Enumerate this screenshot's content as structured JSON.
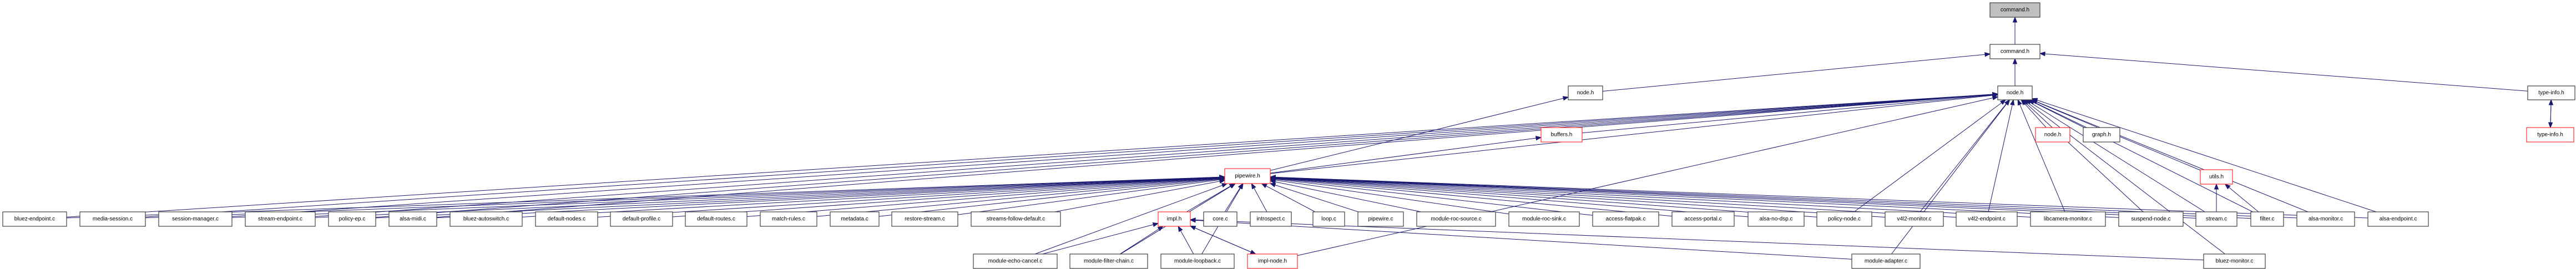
{
  "graph": {
    "direction": "included-by",
    "edge_color": "#191970",
    "truncated_border_color": "#ff3030",
    "current_fill_color": "#bfbfbf",
    "nodes": [
      {
        "id": "cmd_top",
        "label": "command.h",
        "style": "current"
      },
      {
        "id": "cmd",
        "label": "command.h",
        "style": "normal"
      },
      {
        "id": "node_left",
        "label": "node.h",
        "style": "normal"
      },
      {
        "id": "node",
        "label": "node.h",
        "style": "normal"
      },
      {
        "id": "typeinfo",
        "label": "type-info.h",
        "style": "normal"
      },
      {
        "id": "typeinfo_red",
        "label": "type-info.h",
        "style": "truncated"
      },
      {
        "id": "buffers",
        "label": "buffers.h",
        "style": "truncated"
      },
      {
        "id": "node_red",
        "label": "node.h",
        "style": "truncated"
      },
      {
        "id": "graph",
        "label": "graph.h",
        "style": "normal"
      },
      {
        "id": "pipewire",
        "label": "pipewire.h",
        "style": "truncated"
      },
      {
        "id": "utils",
        "label": "utils.h",
        "style": "truncated"
      },
      {
        "id": "bluez_endpoint",
        "label": "bluez-endpoint.c",
        "style": "normal"
      },
      {
        "id": "media_session",
        "label": "media-session.c",
        "style": "normal"
      },
      {
        "id": "session_manager",
        "label": "session-manager.c",
        "style": "normal"
      },
      {
        "id": "stream_endpoint",
        "label": "stream-endpoint.c",
        "style": "normal"
      },
      {
        "id": "policy_ep",
        "label": "policy-ep.c",
        "style": "normal"
      },
      {
        "id": "alsa_midi",
        "label": "alsa-midi.c",
        "style": "normal"
      },
      {
        "id": "bluez_autoswitch",
        "label": "bluez-autoswitch.c",
        "style": "normal"
      },
      {
        "id": "default_nodes",
        "label": "default-nodes.c",
        "style": "normal"
      },
      {
        "id": "default_profile",
        "label": "default-profile.c",
        "style": "normal"
      },
      {
        "id": "default_routes",
        "label": "default-routes.c",
        "style": "normal"
      },
      {
        "id": "match_rules",
        "label": "match-rules.c",
        "style": "normal"
      },
      {
        "id": "metadata",
        "label": "metadata.c",
        "style": "normal"
      },
      {
        "id": "restore_stream",
        "label": "restore-stream.c",
        "style": "normal"
      },
      {
        "id": "streams_follow_default",
        "label": "streams-follow-default.c",
        "style": "normal"
      },
      {
        "id": "impl",
        "label": "impl.h",
        "style": "truncated"
      },
      {
        "id": "core",
        "label": "core.c",
        "style": "normal"
      },
      {
        "id": "introspect",
        "label": "introspect.c",
        "style": "normal"
      },
      {
        "id": "loop",
        "label": "loop.c",
        "style": "normal"
      },
      {
        "id": "pipewire_c",
        "label": "pipewire.c",
        "style": "normal"
      },
      {
        "id": "roc_source",
        "label": "module-roc-source.c",
        "style": "normal"
      },
      {
        "id": "roc_sink",
        "label": "module-roc-sink.c",
        "style": "normal"
      },
      {
        "id": "access_flatpak",
        "label": "access-flatpak.c",
        "style": "normal"
      },
      {
        "id": "access_portal",
        "label": "access-portal.c",
        "style": "normal"
      },
      {
        "id": "alsa_no_dsp",
        "label": "alsa-no-dsp.c",
        "style": "normal"
      },
      {
        "id": "policy_node",
        "label": "policy-node.c",
        "style": "normal"
      },
      {
        "id": "v4l2_monitor",
        "label": "v4l2-monitor.c",
        "style": "normal"
      },
      {
        "id": "v4l2_endpoint",
        "label": "v4l2-endpoint.c",
        "style": "normal"
      },
      {
        "id": "libcamera_monitor",
        "label": "libcamera-monitor.c",
        "style": "normal"
      },
      {
        "id": "suspend_node",
        "label": "suspend-node.c",
        "style": "normal"
      },
      {
        "id": "stream",
        "label": "stream.c",
        "style": "normal"
      },
      {
        "id": "filter",
        "label": "filter.c",
        "style": "normal"
      },
      {
        "id": "alsa_monitor",
        "label": "alsa-monitor.c",
        "style": "normal"
      },
      {
        "id": "alsa_endpoint",
        "label": "alsa-endpoint.c",
        "style": "normal"
      },
      {
        "id": "echo_cancel",
        "label": "module-echo-cancel.c",
        "style": "normal"
      },
      {
        "id": "filter_chain",
        "label": "module-filter-chain.c",
        "style": "normal"
      },
      {
        "id": "loopback",
        "label": "module-loopback.c",
        "style": "normal"
      },
      {
        "id": "impl_node",
        "label": "impl-node.h",
        "style": "truncated"
      },
      {
        "id": "module_adapter",
        "label": "module-adapter.c",
        "style": "normal"
      },
      {
        "id": "bluez_monitor",
        "label": "bluez-monitor.c",
        "style": "normal"
      }
    ],
    "edges": [
      [
        "cmd",
        "cmd_top"
      ],
      [
        "node",
        "cmd"
      ],
      [
        "node_left",
        "cmd"
      ],
      [
        "typeinfo",
        "cmd"
      ],
      [
        "typeinfo_red",
        "typeinfo"
      ],
      [
        "typeinfo",
        "typeinfo_red"
      ],
      [
        "pipewire",
        "node_left"
      ],
      [
        "pipewire",
        "node"
      ],
      [
        "buffers",
        "node"
      ],
      [
        "pipewire",
        "buffers"
      ],
      [
        "node_red",
        "node"
      ],
      [
        "graph",
        "node"
      ],
      [
        "utils",
        "node"
      ],
      [
        "stream",
        "utils"
      ],
      [
        "filter",
        "utils"
      ],
      [
        "bluez_endpoint",
        "node"
      ],
      [
        "media_session",
        "node"
      ],
      [
        "session_manager",
        "node"
      ],
      [
        "stream_endpoint",
        "node"
      ],
      [
        "policy_ep",
        "node"
      ],
      [
        "alsa_midi",
        "node"
      ],
      [
        "policy_node",
        "node"
      ],
      [
        "v4l2_monitor",
        "node"
      ],
      [
        "v4l2_endpoint",
        "node"
      ],
      [
        "libcamera_monitor",
        "node"
      ],
      [
        "suspend_node",
        "node"
      ],
      [
        "alsa_monitor",
        "node"
      ],
      [
        "alsa_endpoint",
        "node"
      ],
      [
        "stream",
        "node"
      ],
      [
        "filter",
        "node"
      ],
      [
        "bluez_monitor",
        "node"
      ],
      [
        "module_adapter",
        "node"
      ],
      [
        "impl_node",
        "node"
      ],
      [
        "bluez_endpoint",
        "pipewire"
      ],
      [
        "media_session",
        "pipewire"
      ],
      [
        "session_manager",
        "pipewire"
      ],
      [
        "stream_endpoint",
        "pipewire"
      ],
      [
        "policy_ep",
        "pipewire"
      ],
      [
        "alsa_midi",
        "pipewire"
      ],
      [
        "bluez_autoswitch",
        "pipewire"
      ],
      [
        "default_nodes",
        "pipewire"
      ],
      [
        "default_profile",
        "pipewire"
      ],
      [
        "default_routes",
        "pipewire"
      ],
      [
        "match_rules",
        "pipewire"
      ],
      [
        "metadata",
        "pipewire"
      ],
      [
        "restore_stream",
        "pipewire"
      ],
      [
        "streams_follow_default",
        "pipewire"
      ],
      [
        "impl",
        "pipewire"
      ],
      [
        "core",
        "pipewire"
      ],
      [
        "introspect",
        "pipewire"
      ],
      [
        "loop",
        "pipewire"
      ],
      [
        "pipewire_c",
        "pipewire"
      ],
      [
        "roc_source",
        "pipewire"
      ],
      [
        "roc_sink",
        "pipewire"
      ],
      [
        "access_flatpak",
        "pipewire"
      ],
      [
        "access_portal",
        "pipewire"
      ],
      [
        "alsa_no_dsp",
        "pipewire"
      ],
      [
        "policy_node",
        "pipewire"
      ],
      [
        "v4l2_monitor",
        "pipewire"
      ],
      [
        "v4l2_endpoint",
        "pipewire"
      ],
      [
        "libcamera_monitor",
        "pipewire"
      ],
      [
        "suspend_node",
        "pipewire"
      ],
      [
        "stream",
        "pipewire"
      ],
      [
        "filter",
        "pipewire"
      ],
      [
        "alsa_monitor",
        "pipewire"
      ],
      [
        "alsa_endpoint",
        "pipewire"
      ],
      [
        "echo_cancel",
        "impl"
      ],
      [
        "echo_cancel",
        "pipewire"
      ],
      [
        "filter_chain",
        "impl"
      ],
      [
        "filter_chain",
        "pipewire"
      ],
      [
        "loopback",
        "impl"
      ],
      [
        "loopback",
        "pipewire"
      ],
      [
        "impl_node",
        "impl"
      ],
      [
        "impl",
        "impl_node"
      ],
      [
        "module_adapter",
        "impl"
      ],
      [
        "bluez_monitor",
        "impl"
      ]
    ]
  }
}
